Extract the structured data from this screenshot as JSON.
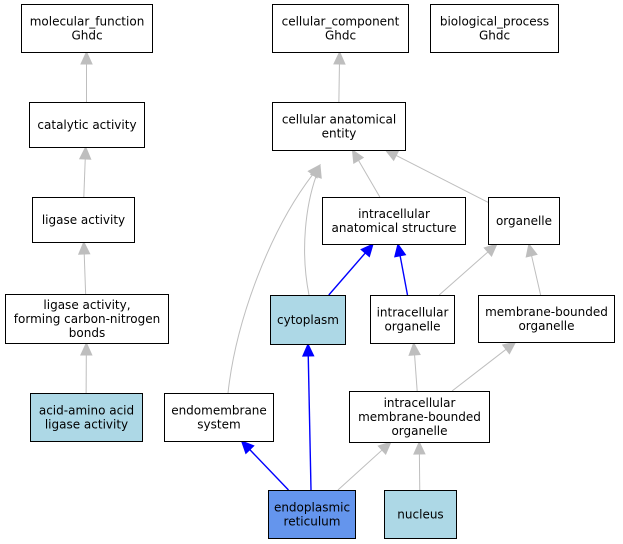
{
  "colors": {
    "default_fill": "#ffffff",
    "light_fill": "#add8e6",
    "focus_fill": "#6495ed",
    "gray_edge": "#bebebe",
    "blue_edge": "#0000ff",
    "border": "#000000"
  },
  "nodes": [
    {
      "id": "mf",
      "lines": [
        "molecular_function",
        "Ghdc"
      ],
      "style": "default"
    },
    {
      "id": "cc",
      "lines": [
        "cellular_component",
        "Ghdc"
      ],
      "style": "default"
    },
    {
      "id": "bp",
      "lines": [
        "biological_process",
        "Ghdc"
      ],
      "style": "default"
    },
    {
      "id": "cat",
      "lines": [
        "catalytic activity"
      ],
      "style": "default"
    },
    {
      "id": "cae",
      "lines": [
        "cellular anatomical",
        "entity"
      ],
      "style": "default"
    },
    {
      "id": "lig",
      "lines": [
        "ligase activity"
      ],
      "style": "default"
    },
    {
      "id": "ias",
      "lines": [
        "intracellular",
        "anatomical structure"
      ],
      "style": "default"
    },
    {
      "id": "org",
      "lines": [
        "organelle"
      ],
      "style": "default"
    },
    {
      "id": "ligcn",
      "lines": [
        "ligase activity,",
        "forming carbon-nitrogen",
        "bonds"
      ],
      "style": "default"
    },
    {
      "id": "cyto",
      "lines": [
        "cytoplasm"
      ],
      "style": "light"
    },
    {
      "id": "iorg",
      "lines": [
        "intracellular",
        "organelle"
      ],
      "style": "default"
    },
    {
      "id": "mbo",
      "lines": [
        "membrane-bounded",
        "organelle"
      ],
      "style": "default"
    },
    {
      "id": "aaal",
      "lines": [
        "acid-amino acid",
        "ligase activity"
      ],
      "style": "light"
    },
    {
      "id": "endo",
      "lines": [
        "endomembrane",
        "system"
      ],
      "style": "default"
    },
    {
      "id": "imbo",
      "lines": [
        "intracellular",
        "membrane-bounded",
        "organelle"
      ],
      "style": "default"
    },
    {
      "id": "er",
      "lines": [
        "endoplasmic",
        "reticulum"
      ],
      "style": "focus"
    },
    {
      "id": "nuc",
      "lines": [
        "nucleus"
      ],
      "style": "light"
    }
  ],
  "edges": [
    {
      "from": "cat",
      "to": "mf",
      "color": "gray"
    },
    {
      "from": "lig",
      "to": "cat",
      "color": "gray"
    },
    {
      "from": "ligcn",
      "to": "lig",
      "color": "gray"
    },
    {
      "from": "aaal",
      "to": "ligcn",
      "color": "gray"
    },
    {
      "from": "cae",
      "to": "cc",
      "color": "gray"
    },
    {
      "from": "ias",
      "to": "cae",
      "color": "gray"
    },
    {
      "from": "org",
      "to": "cae",
      "color": "gray"
    },
    {
      "from": "cyto",
      "to": "cae",
      "color": "gray"
    },
    {
      "from": "endo",
      "to": "cae",
      "color": "gray"
    },
    {
      "from": "cyto",
      "to": "ias",
      "color": "blue"
    },
    {
      "from": "iorg",
      "to": "ias",
      "color": "blue"
    },
    {
      "from": "iorg",
      "to": "org",
      "color": "gray"
    },
    {
      "from": "mbo",
      "to": "org",
      "color": "gray"
    },
    {
      "from": "imbo",
      "to": "iorg",
      "color": "gray"
    },
    {
      "from": "imbo",
      "to": "mbo",
      "color": "gray"
    },
    {
      "from": "er",
      "to": "endo",
      "color": "blue"
    },
    {
      "from": "er",
      "to": "cyto",
      "color": "blue"
    },
    {
      "from": "er",
      "to": "imbo",
      "color": "gray"
    },
    {
      "from": "nuc",
      "to": "imbo",
      "color": "gray"
    }
  ]
}
